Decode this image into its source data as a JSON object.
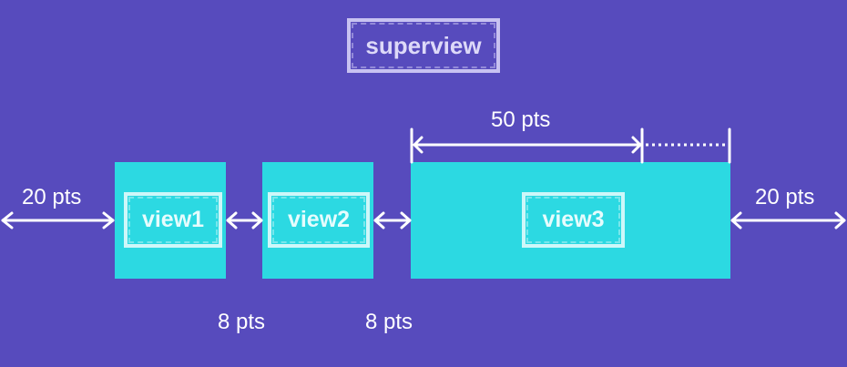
{
  "superview": {
    "label": "superview"
  },
  "views": [
    {
      "id": "view1",
      "label": "view1"
    },
    {
      "id": "view2",
      "label": "view2"
    },
    {
      "id": "view3",
      "label": "view3"
    }
  ],
  "spacing_labels": {
    "leading": "20 pts",
    "trailing": "20 pts",
    "gap1": "8 pts",
    "gap2": "8 pts",
    "view3_width": "50 pts"
  },
  "colors": {
    "superview_background": "#574bbd",
    "view_fill": "#2cd9e2",
    "arrow": "#ffffff"
  }
}
